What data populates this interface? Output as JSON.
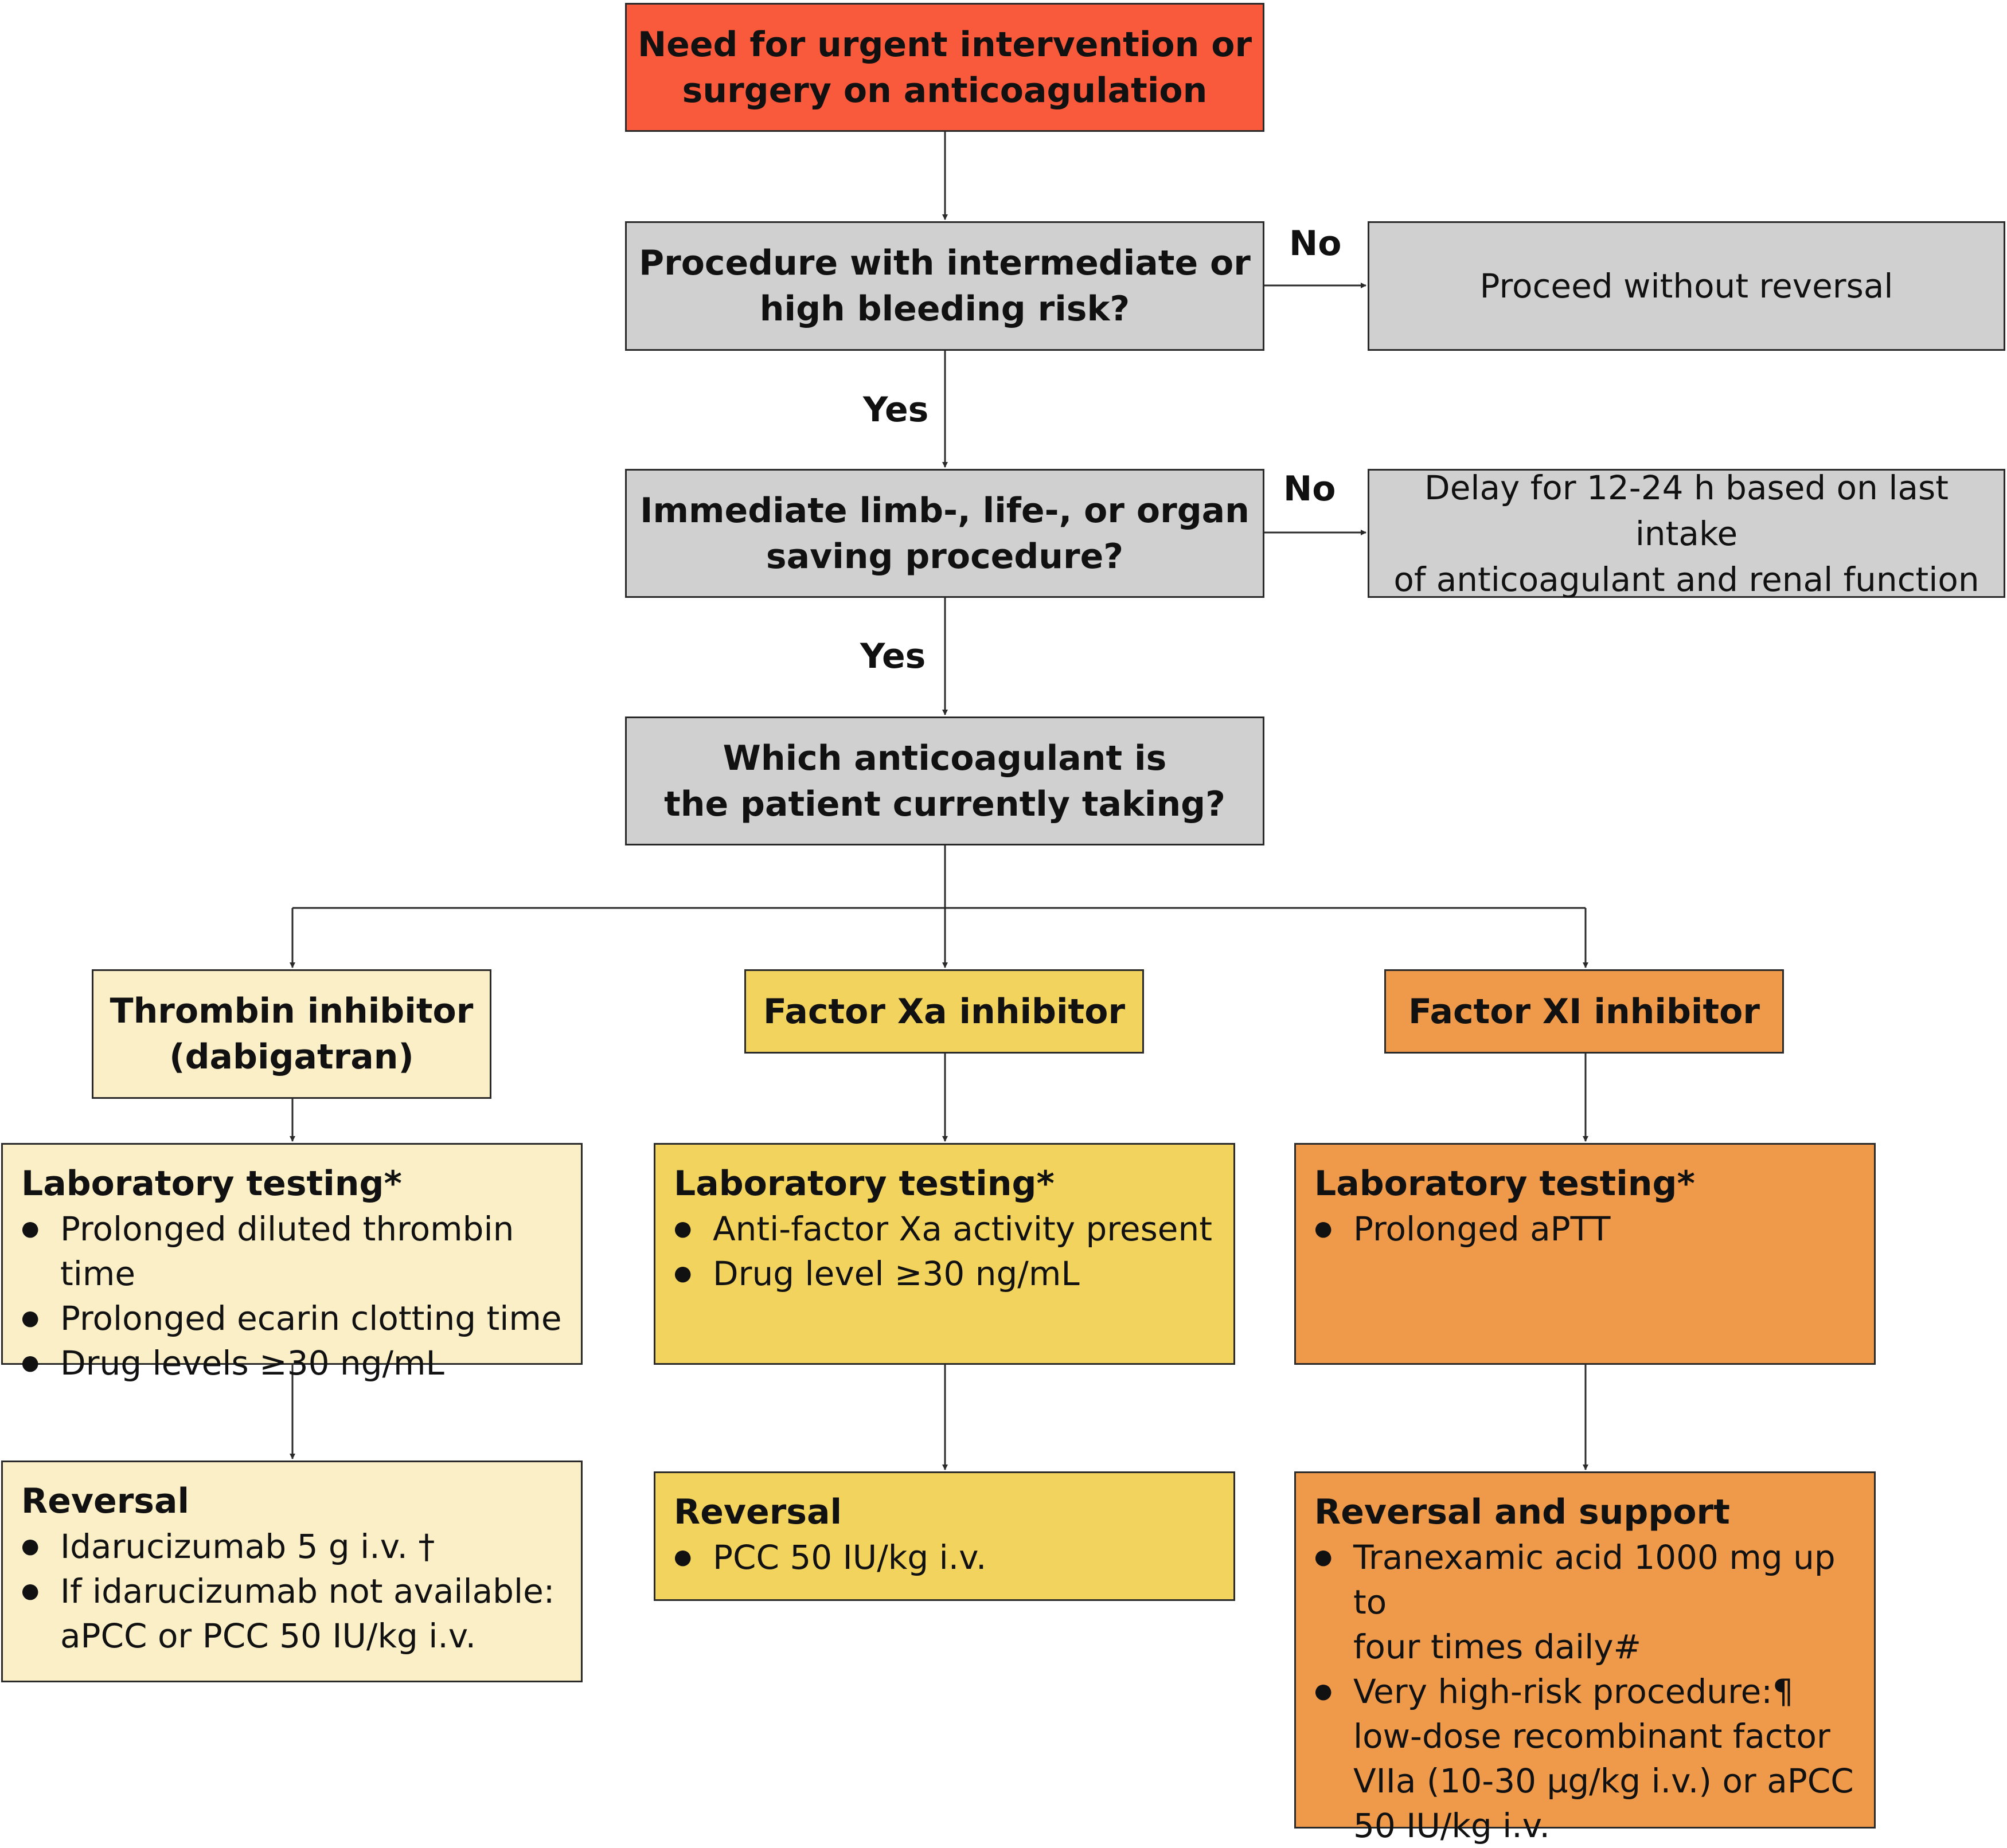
{
  "start": {
    "line1": "Need for urgent intervention or",
    "line2": "surgery on anticoagulation"
  },
  "q1": {
    "line1": "Procedure with intermediate or",
    "line2": "high bleeding risk?"
  },
  "q1_no": {
    "text": "Proceed without reversal"
  },
  "q2": {
    "line1": "Immediate limb-, life-, or organ",
    "line2": "saving procedure?"
  },
  "q2_no": {
    "line1": "Delay for 12-24 h based on last intake",
    "line2": "of anticoagulant and renal function"
  },
  "q3": {
    "line1": "Which anticoagulant is",
    "line2": "the patient currently taking?"
  },
  "labels": {
    "no": "No",
    "yes": "Yes"
  },
  "branches": {
    "thrombin": {
      "line1": "Thrombin inhibitor",
      "line2": "(dabigatran)",
      "lab_title": "Laboratory testing*",
      "lab_items": [
        "Prolonged diluted thrombin time",
        "Prolonged ecarin clotting time",
        "Drug levels ≥30 ng/mL"
      ],
      "rev_title": "Reversal",
      "rev_items": [
        {
          "line1": "Idarucizumab 5 g i.v. †"
        },
        {
          "line1": "If idarucizumab not available:",
          "line2": "aPCC or PCC 50 IU/kg i.v."
        }
      ]
    },
    "xa": {
      "line1": "Factor Xa inhibitor",
      "lab_title": "Laboratory testing*",
      "lab_items": [
        "Anti-factor Xa activity present",
        "Drug level ≥30 ng/mL"
      ],
      "rev_title": "Reversal",
      "rev_items": [
        {
          "line1": "PCC 50 IU/kg i.v."
        }
      ]
    },
    "xi": {
      "line1": "Factor XI inhibitor",
      "lab_title": "Laboratory testing*",
      "lab_items": [
        "Prolonged aPTT"
      ],
      "rev_title": "Reversal and support",
      "rev_items": [
        {
          "line1": "Tranexamic acid 1000 mg up to",
          "line2": "four times daily#"
        },
        {
          "line1": "Very high-risk procedure:¶",
          "line2": "low-dose recombinant factor",
          "line3": "VIIa (10-30 µg/kg i.v.) or aPCC",
          "line4": "50 IU/kg i.v."
        }
      ]
    }
  }
}
